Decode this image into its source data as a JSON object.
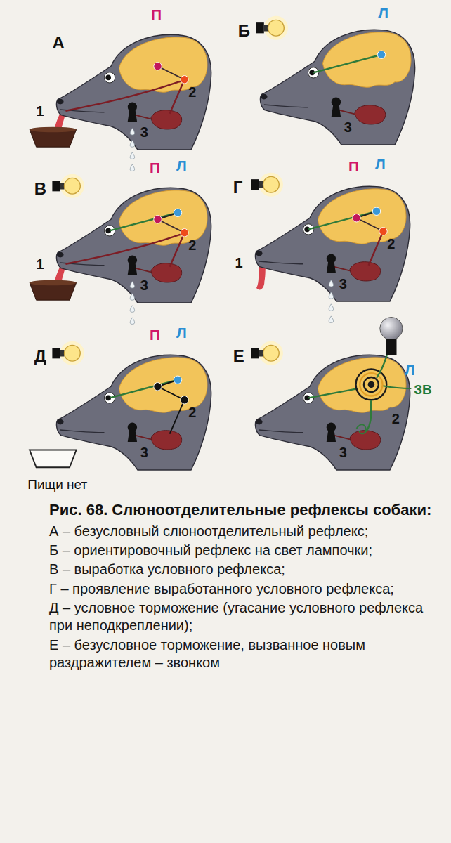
{
  "diagram": {
    "caption": "Рис. 68. Слюноотделительные рефлексы собаки:",
    "labels": [
      "А",
      "П",
      "1",
      "2",
      "3",
      "Б",
      "Л",
      "3",
      "В",
      "П",
      "Л",
      "1",
      "2",
      "3",
      "Г",
      "П",
      "Л",
      "1",
      "2",
      "3",
      "Д",
      "П",
      "Л",
      "2",
      "3",
      "Пищи нет",
      "Е",
      "Л",
      "ЗВ",
      "2",
      "3",
      "А – безусловный слюноотделительный рефлекс;",
      "Б – ориентировочный рефлекс на свет лампочки;",
      "В – выработка условного рефлекса;",
      "Г – проявление выработанного условного рефлекса;",
      "Д – условное торможение (угасание условного рефлекса при неподкреплении);",
      "Е – безусловное торможение, вызванное новым раздражителем – звонком"
    ]
  }
}
